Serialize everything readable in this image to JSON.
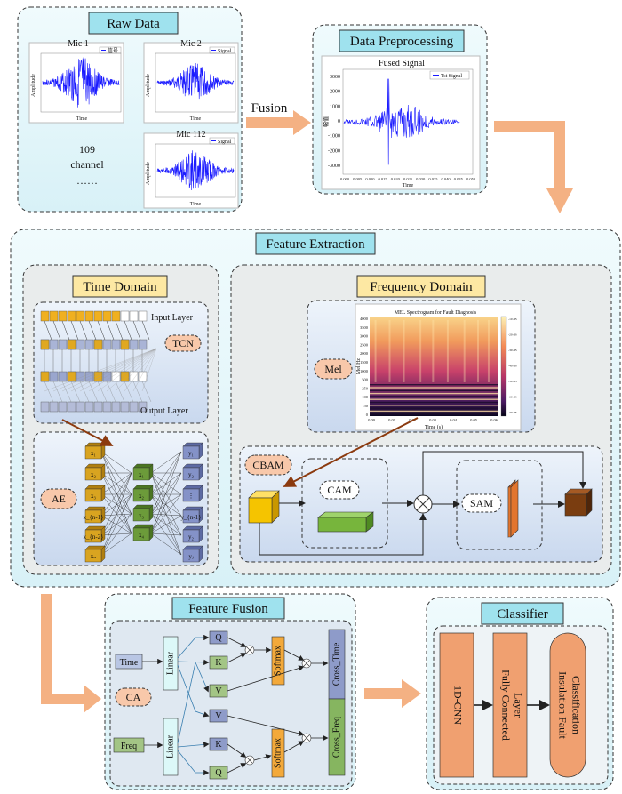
{
  "colors": {
    "panel_cyan": "#e3f6fb",
    "panel_blue": "#dde8f6",
    "title_cyan": "#9fe2ee",
    "title_yellow": "#fde8a3",
    "arrow_orange": "#f4b183",
    "tag_peach": "#f8c8aa",
    "signal_blue": "#1a1aff",
    "cube_yellow": "#f5c400",
    "cube_green": "#77b53c",
    "cube_orange": "#e2752e",
    "cube_brown": "#7a3d10",
    "node_yellow": "#d9a420",
    "node_green": "#6c9b3a",
    "node_blue": "#8492c8",
    "layer_orange": "#f0a070"
  },
  "raw_data": {
    "title": "Raw Data",
    "mic1": {
      "title": "Mic 1",
      "legend": "信号",
      "xlabel": "Time",
      "ylabel": "Amplitude"
    },
    "mic2": {
      "title": "Mic 2",
      "legend": "Signal",
      "xlabel": "Time",
      "ylabel": "Amplitude"
    },
    "mic112": {
      "title": "Mic 112",
      "legend": "Signal",
      "xlabel": "Time",
      "ylabel": "Amplitude"
    },
    "channel_count": "109",
    "channel_word": "channel",
    "ellipsis": "……"
  },
  "fusion_label": "Fusion",
  "preprocessing": {
    "title": "Data Preprocessing",
    "chart_title": "Fused Signal",
    "legend": "Tst Signal",
    "xlabel": "Time",
    "ylabel": "幅值",
    "yticks": [
      "3000",
      "2000",
      "1000",
      "0",
      "-1000",
      "-2000",
      "-3000"
    ],
    "xticks": [
      "0.000",
      "0.005",
      "0.010",
      "0.015",
      "0.020",
      "0.025",
      "0.030",
      "0.035",
      "0.040",
      "0.045",
      "0.050"
    ]
  },
  "feature_extraction": {
    "title": "Feature Extraction",
    "time_domain": {
      "title": "Time Domain",
      "input_layer": "Input Layer",
      "output_layer": "Output Layer",
      "tcn": "TCN",
      "ae": "AE",
      "ae_in": [
        "x₁",
        "x₂",
        "x₃",
        "x_{n-1}",
        "x_{n-2}",
        "xₙ"
      ],
      "ae_mid": [
        "x₁",
        "x₂",
        "x₃",
        "x₄"
      ],
      "ae_out": [
        "y₁",
        "y₂",
        "⋮",
        "y_{n-1}",
        "y₂",
        "yⱼ"
      ]
    },
    "frequency_domain": {
      "title": "Frequency Domain",
      "mel": "Mel",
      "spectrogram_title": "MEL Spectrogram for Fault Diagnosis",
      "ylabel": "Mel Hz",
      "xlabel": "Time (s)",
      "yticks": [
        "4000",
        "3500",
        "3000",
        "2500",
        "2000",
        "1500",
        "1000",
        "500",
        "250",
        "100",
        "50",
        "0"
      ],
      "xticks": [
        "0.00",
        "0.01",
        "0.02",
        "0.03",
        "0.04",
        "0.05",
        "0.06"
      ],
      "cbar_ticks": [
        "-10 dB",
        "-20 dB",
        "-30 dB",
        "-40 dB",
        "-50 dB",
        "-60 dB",
        "-70 dB"
      ],
      "cbam": "CBAM",
      "cam": "CAM",
      "sam": "SAM"
    }
  },
  "feature_fusion": {
    "title": "Feature Fusion",
    "time": "Time",
    "freq": "Freq",
    "linear": "Linear",
    "ca": "CA",
    "top_qkv": [
      "Q",
      "K",
      "V"
    ],
    "bottom_vkq": [
      "V",
      "K",
      "Q"
    ],
    "softmax": "Softmax",
    "cross_time": "Cross_Time",
    "cross_freq": "Cross_Freq",
    "multiply": "×"
  },
  "classifier": {
    "title": "Classifier",
    "cnn": "1D-CNN",
    "fc": "Fully Connected Layer",
    "fc_line1": "Fully Connected",
    "fc_line2": "Layer",
    "output": "Insulation Fault Classification",
    "output_line1": "Insulation Fault",
    "output_line2": "Classification"
  }
}
